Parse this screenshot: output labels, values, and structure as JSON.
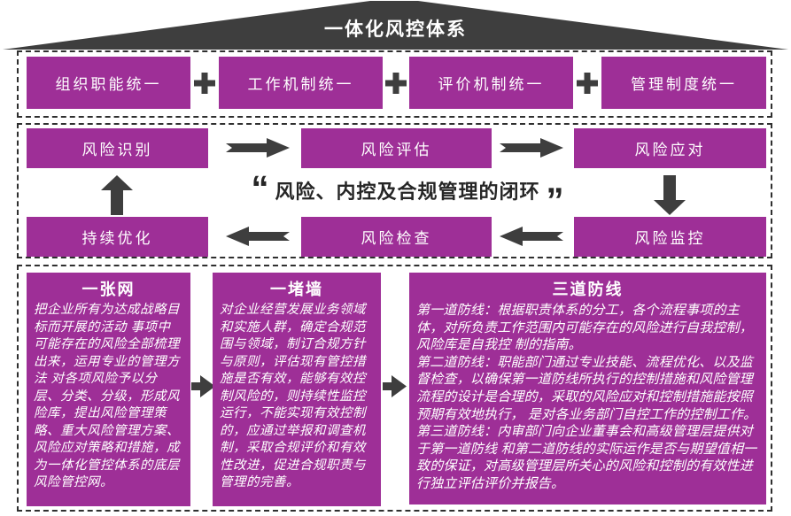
{
  "colors": {
    "purple": "#9E2F97",
    "dark": "#3E3E3E",
    "text_dark": "#262626",
    "background": "#FFFFFF"
  },
  "roof": {
    "title": "一体化风控体系"
  },
  "unify": {
    "items": [
      "组织职能统一",
      "工作机制统一",
      "评价机制统一",
      "管理制度统一"
    ]
  },
  "cycle": {
    "steps": {
      "identify": "风险识别",
      "assess": "风险评估",
      "respond": "风险应对",
      "monitor": "风险监控",
      "check": "风险检查",
      "optimize": "持续优化"
    },
    "quote": {
      "open": "“",
      "text": "风险、内控及合规管理的闭环",
      "close": "”"
    }
  },
  "pillars": [
    {
      "title": "一张网",
      "paragraphs": [
        "把企业所有为达成战略目标而开展的活动 事项中可能存在的风险全部梳理出来，运用专业的管理方法 对各项风险予以分层、分类、分级，形成风险库，提出风险管理策略、重大风险管理方案、风险应对策略和措施，成为一体化管控体系的底层风险管控网。"
      ]
    },
    {
      "title": "一堵墙",
      "paragraphs": [
        "对企业经营发展业务领域和实施人群，确定合规范围与领域，制订合规方针与原则，评估现有管控措施是否有效，能够有效控制风险的，则持续性监控运行，不能实现有效控制的，应通过举报和调查机制，采取合规评价和有效性改进，促进合规职责与管理的完善。"
      ]
    },
    {
      "title": "三道防线",
      "paragraphs": [
        "第一道防线：根据职责体系的分工，各个流程事项的主体，对所负责工作范围内可能存在的风险进行自我控制，风险库是自我控 制的指南。",
        "第二道防线：职能部门通过专业技能、流程优化、以及监督检查，以确保第一道防线所执行的控制措施和风险管理流程的设计是合理的，采取的风险应对和控制措施能按照预期有效地执行， 是对各业务部门自控工作的控制工作。",
        "第三道防线：内审部门向企业董事会和高级管理层提供对于第一道防线 和第二道防线的实际运作是否与期望值相一致的保证，对高级管理层所关心的风险和控制的有效性进行独立评估评价并报告。"
      ]
    }
  ]
}
